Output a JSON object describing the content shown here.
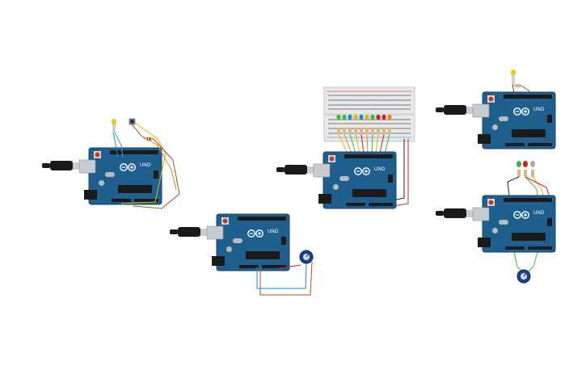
{
  "workspace": {
    "background": "#ffffff"
  },
  "board": {
    "model": "UNO",
    "brand": "ARDUINO",
    "pcb_color": "#1f5f8e",
    "header_color": "#1b1b1b"
  },
  "colors": {
    "usb_plug": "#1a1a1a",
    "usb_metal": "#c8ccd0",
    "wire_red": "#d22020",
    "wire_black": "#222222",
    "wire_blue": "#1e88d0",
    "wire_brown": "#a0522d",
    "wire_yellow": "#e0b800",
    "wire_green": "#3cb84a",
    "wire_orange": "#e8832a",
    "breadboard": "#e8e8e8"
  },
  "circuits": [
    {
      "id": "button-led-circuit",
      "components": [
        "arduino-uno",
        "led-yellow",
        "push-button",
        "resistor"
      ]
    },
    {
      "id": "potentiometer-circuit",
      "components": [
        "arduino-uno",
        "potentiometer"
      ]
    },
    {
      "id": "led-bar-breadboard-circuit",
      "components": [
        "arduino-uno",
        "breadboard",
        "led-row"
      ]
    },
    {
      "id": "single-led-circuit",
      "components": [
        "arduino-uno",
        "led-yellow",
        "resistor"
      ]
    },
    {
      "id": "traffic-light-circuit",
      "components": [
        "arduino-uno",
        "led-green",
        "led-red",
        "led-white",
        "potentiometer"
      ]
    }
  ]
}
